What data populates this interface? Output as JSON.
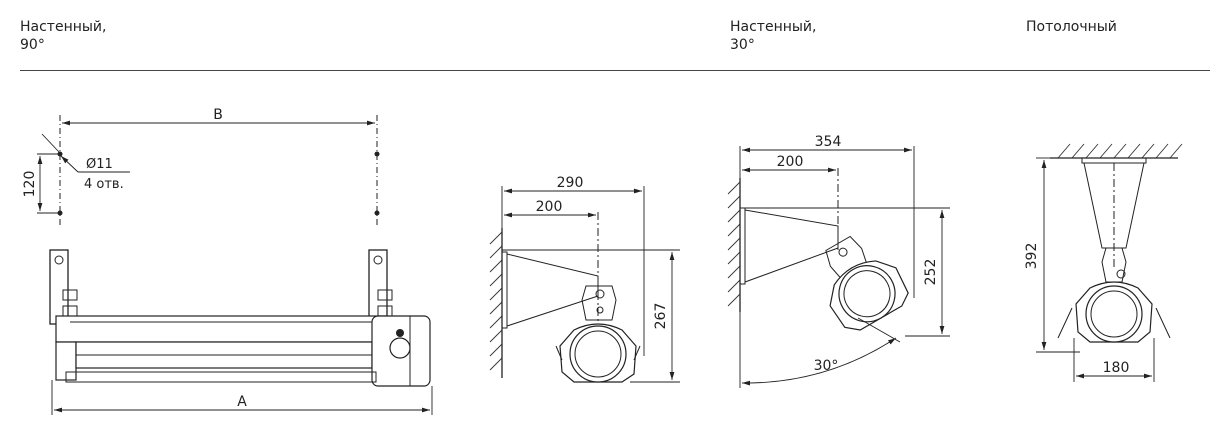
{
  "headers": {
    "wall90": {
      "line1": "Настенный,",
      "line2": "90°"
    },
    "wall30": {
      "line1": "Настенный,",
      "line2": "30°"
    },
    "ceiling": {
      "line1": "Потолочный"
    }
  },
  "views": {
    "front": {
      "dim_b": "B",
      "dim_a": "A",
      "dim_120": "120",
      "hole_dia": "Ø11",
      "hole_count": "4 отв."
    },
    "side90": {
      "dim_290": "290",
      "dim_200": "200",
      "dim_267": "267"
    },
    "side30": {
      "dim_354": "354",
      "dim_200": "200",
      "dim_252": "252",
      "angle": "30°"
    },
    "ceiling": {
      "dim_392": "392",
      "dim_180": "180"
    }
  }
}
